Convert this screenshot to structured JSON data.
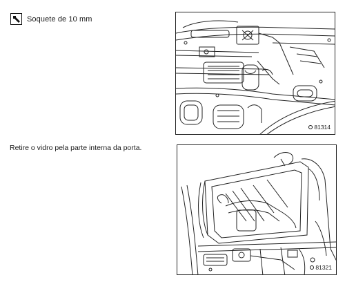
{
  "tool_note": {
    "icon": "socket-wrench-icon",
    "text": "Soquete de 10 mm"
  },
  "instruction": {
    "text": "Retire o vidro pela parte interna da porta."
  },
  "figures": [
    {
      "number": "81314"
    },
    {
      "number": "81321"
    }
  ]
}
